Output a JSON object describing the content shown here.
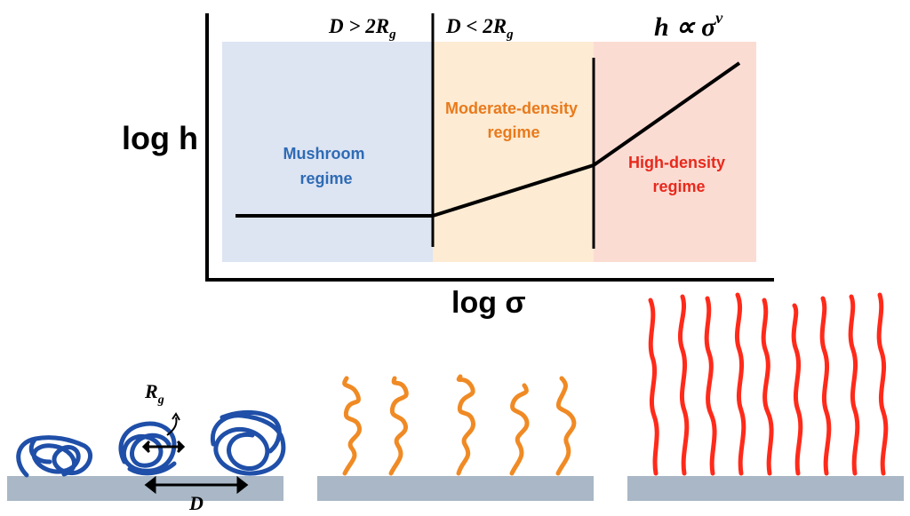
{
  "axes": {
    "ylabel": "log h",
    "xlabel": "log σ"
  },
  "conditions": {
    "left": {
      "main": "D > 2R",
      "sub": "g"
    },
    "right": {
      "main": "D < 2R",
      "sub": "g"
    },
    "scaling": {
      "main": "h ∝ σ",
      "sup": "ν"
    }
  },
  "regimes": {
    "mushroom": {
      "line1": "Mushroom",
      "line2": "regime",
      "color": "#2e6bb5",
      "fill": "#dde4f2"
    },
    "moderate": {
      "line1": "Moderate-density",
      "line2": "regime",
      "color": "#e87a1c",
      "fill": "#fdebd3"
    },
    "high": {
      "line1": "High-density",
      "line2": "regime",
      "color": "#e8291c",
      "fill": "#fbdcd3"
    }
  },
  "illustration": {
    "rg_label": {
      "main": "R",
      "sub": "g"
    },
    "d_label": "D",
    "substrate_color": "#a9b7c6",
    "coil_color": "#1f4fa8",
    "moderate_color": "#f08a24",
    "brush_color": "#ff2a1a"
  }
}
